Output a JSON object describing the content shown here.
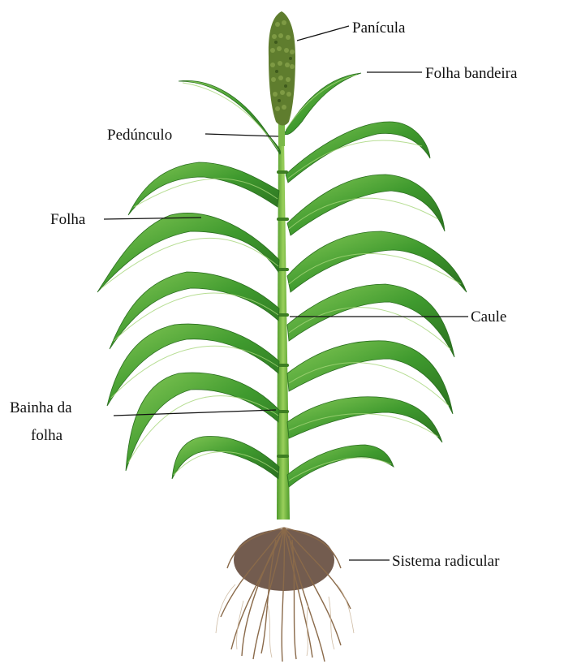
{
  "diagram": {
    "labels": {
      "panicula": "Panícula",
      "folha_bandeira": "Folha bandeira",
      "pedunculo": "Pedúnculo",
      "folha": "Folha",
      "caule": "Caule",
      "bainha_line1": "Bainha da",
      "bainha_line2": "folha",
      "sistema_radicular": "Sistema radicular"
    },
    "colors": {
      "leaf": "#3f9a2e",
      "leaf_light": "#7cc24e",
      "leaf_dark": "#2a6e1f",
      "stem": "#6fb63c",
      "panicle": "#5f7d2e",
      "roots": "#8a6a4a",
      "soil": "#5a4030",
      "leader_line": "#111111"
    }
  }
}
